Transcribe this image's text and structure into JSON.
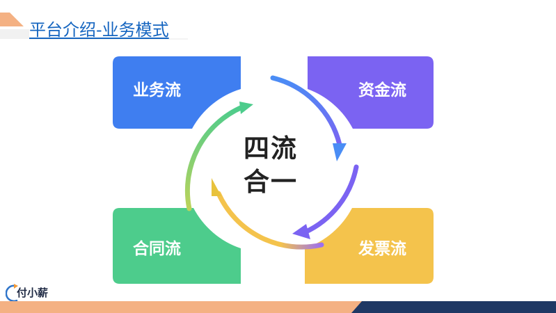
{
  "title": "平台介绍-业务模式",
  "diagram": {
    "center": [
      "四流",
      "合一"
    ],
    "quadrants": [
      {
        "label": "业务流",
        "color": "#3f7ef0"
      },
      {
        "label": "资金流",
        "color": "#7b63f2"
      },
      {
        "label": "合同流",
        "color": "#4dcc8c"
      },
      {
        "label": "发票流",
        "color": "#f4c34c"
      }
    ]
  },
  "logo": {
    "text": "付小薪"
  },
  "colors": {
    "title": "#1565c0",
    "bar_orange": "#f4b183",
    "bar_navy": "#1f3864",
    "center_text": "#222222"
  }
}
